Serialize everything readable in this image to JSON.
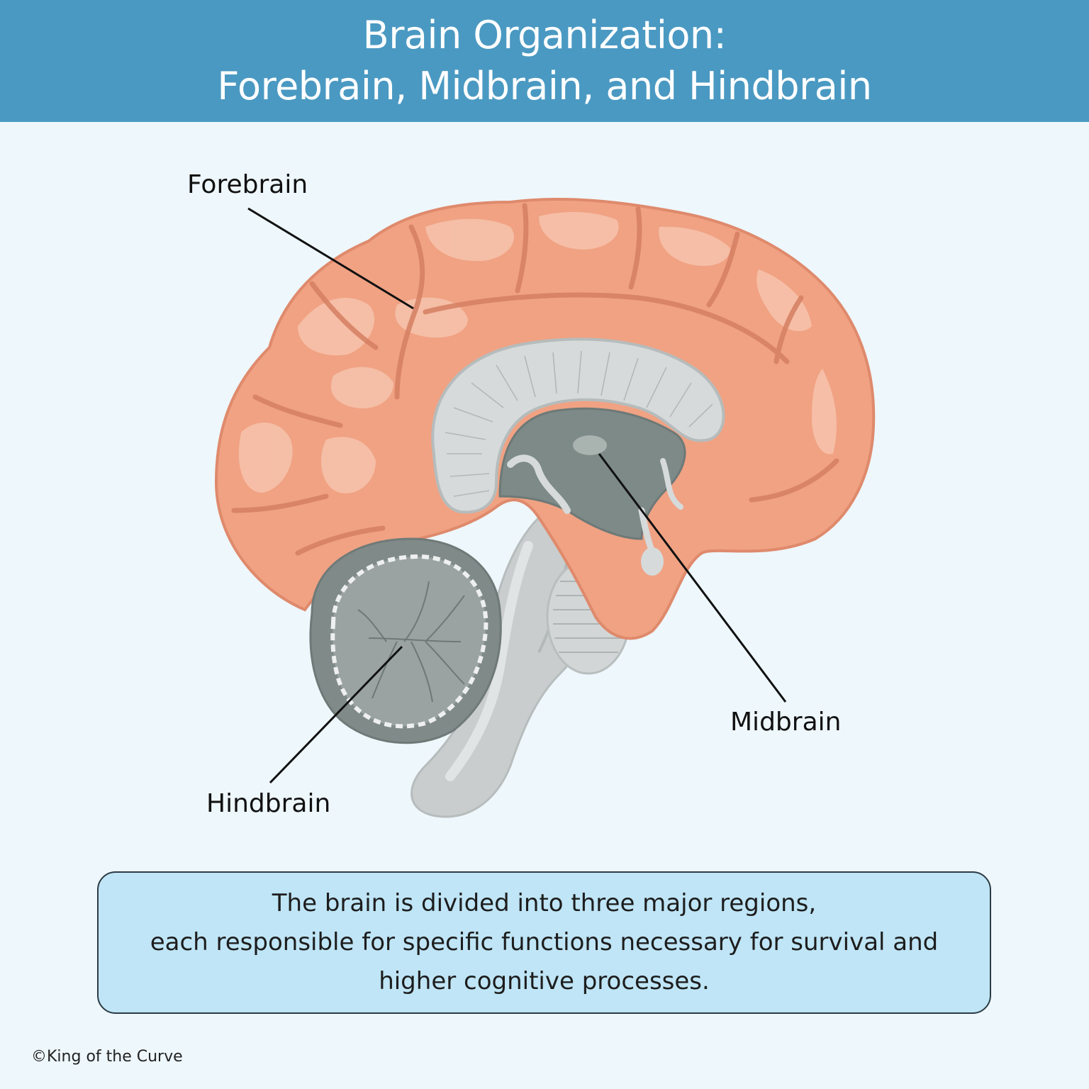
{
  "header": {
    "title_line1": "Brain Organization:",
    "title_line2": "Forebrain, Midbrain, and Hindbrain",
    "background_color": "#4a99c2"
  },
  "labels": {
    "forebrain": "Forebrain",
    "midbrain": "Midbrain",
    "hindbrain": "Hindbrain"
  },
  "caption": {
    "line1": "The brain is divided into three major regions,",
    "line2": "each responsible for specific functions necessary for survival and",
    "line3": "higher cognitive processes."
  },
  "footer": {
    "copyright": "©King of the Curve"
  },
  "colors": {
    "cortex": "#f0a283",
    "cortex_dark": "#df8a6c",
    "cortex_light": "#f7c3ad",
    "corpus_callosum": "#d6dadb",
    "thalamus": "#7d8a87",
    "cerebellum": "#9aa3a1",
    "brainstem": "#c9cdcd",
    "caption_bg": "#bfe5f6"
  }
}
